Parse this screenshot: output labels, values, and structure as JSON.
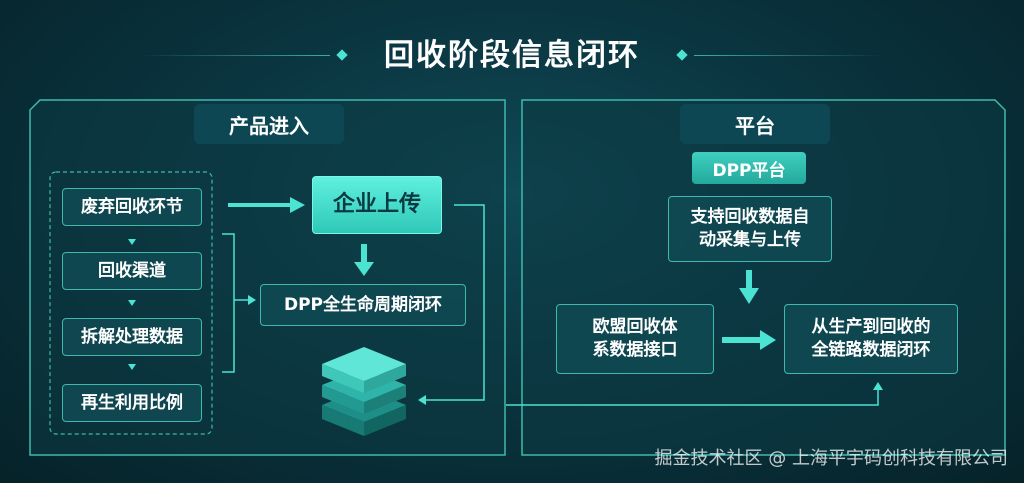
{
  "title": "回收阶段信息闭环",
  "left_panel": {
    "label": "产品进入",
    "steps": [
      "废弃回收环节",
      "回收渠道",
      "拆解处理数据",
      "再生利用比例"
    ],
    "upload": "企业上传",
    "closed_loop": "DPP全生命周期闭环",
    "database_icon": "database-stack-icon"
  },
  "right_panel": {
    "label": "平台",
    "dpp_platform": "DPP平台",
    "auto_collect": [
      "支持回收数据自",
      "动采集与上传"
    ],
    "eu_interface": [
      "欧盟回收体",
      "系数据接口"
    ],
    "full_chain": [
      "从生产到回收的",
      "全链路数据闭环"
    ]
  },
  "watermark": "掘金技术社区 @ 上海平宇码创科技有限公司",
  "colors": {
    "accent": "#4be3d2",
    "box_border": "#3fb9ad",
    "filled_box": "#45dccb"
  }
}
